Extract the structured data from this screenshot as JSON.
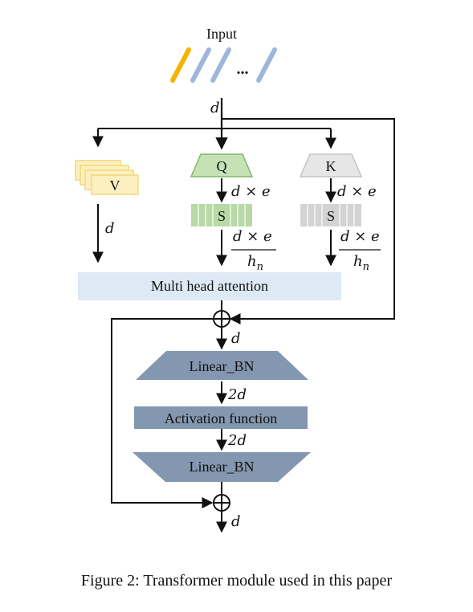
{
  "input_label": "Input",
  "ellipsis": "...",
  "dim_d": "d",
  "q_label": "Q",
  "k_label": "K",
  "v_label": "V",
  "s_label": "S",
  "de_label": "d × e",
  "de_frac_num": "d × e",
  "frac_den": "h",
  "frac_den_sub": "n",
  "mha_label": "Multi head attention",
  "linear_bn_label": "Linear_BN",
  "activation_label": "Activation function",
  "dim_2d": "2d",
  "caption": "Figure 2: Transformer module used in this paper",
  "colors": {
    "q_fill": "#c6e2b5",
    "q_stroke": "#7fb86a",
    "k_fill": "#e6e6e6",
    "k_stroke": "#c4c4c4",
    "v_fill": "#fdf0c0",
    "v_stroke": "#f2d87a",
    "s_green": "#b7d9a5",
    "s_gray": "#d3d3d3",
    "mha_fill": "#dde9f5",
    "ffn_fill": "#8497b0",
    "token_orange": "#f4b400",
    "token_blue": "#9fb6dc"
  }
}
